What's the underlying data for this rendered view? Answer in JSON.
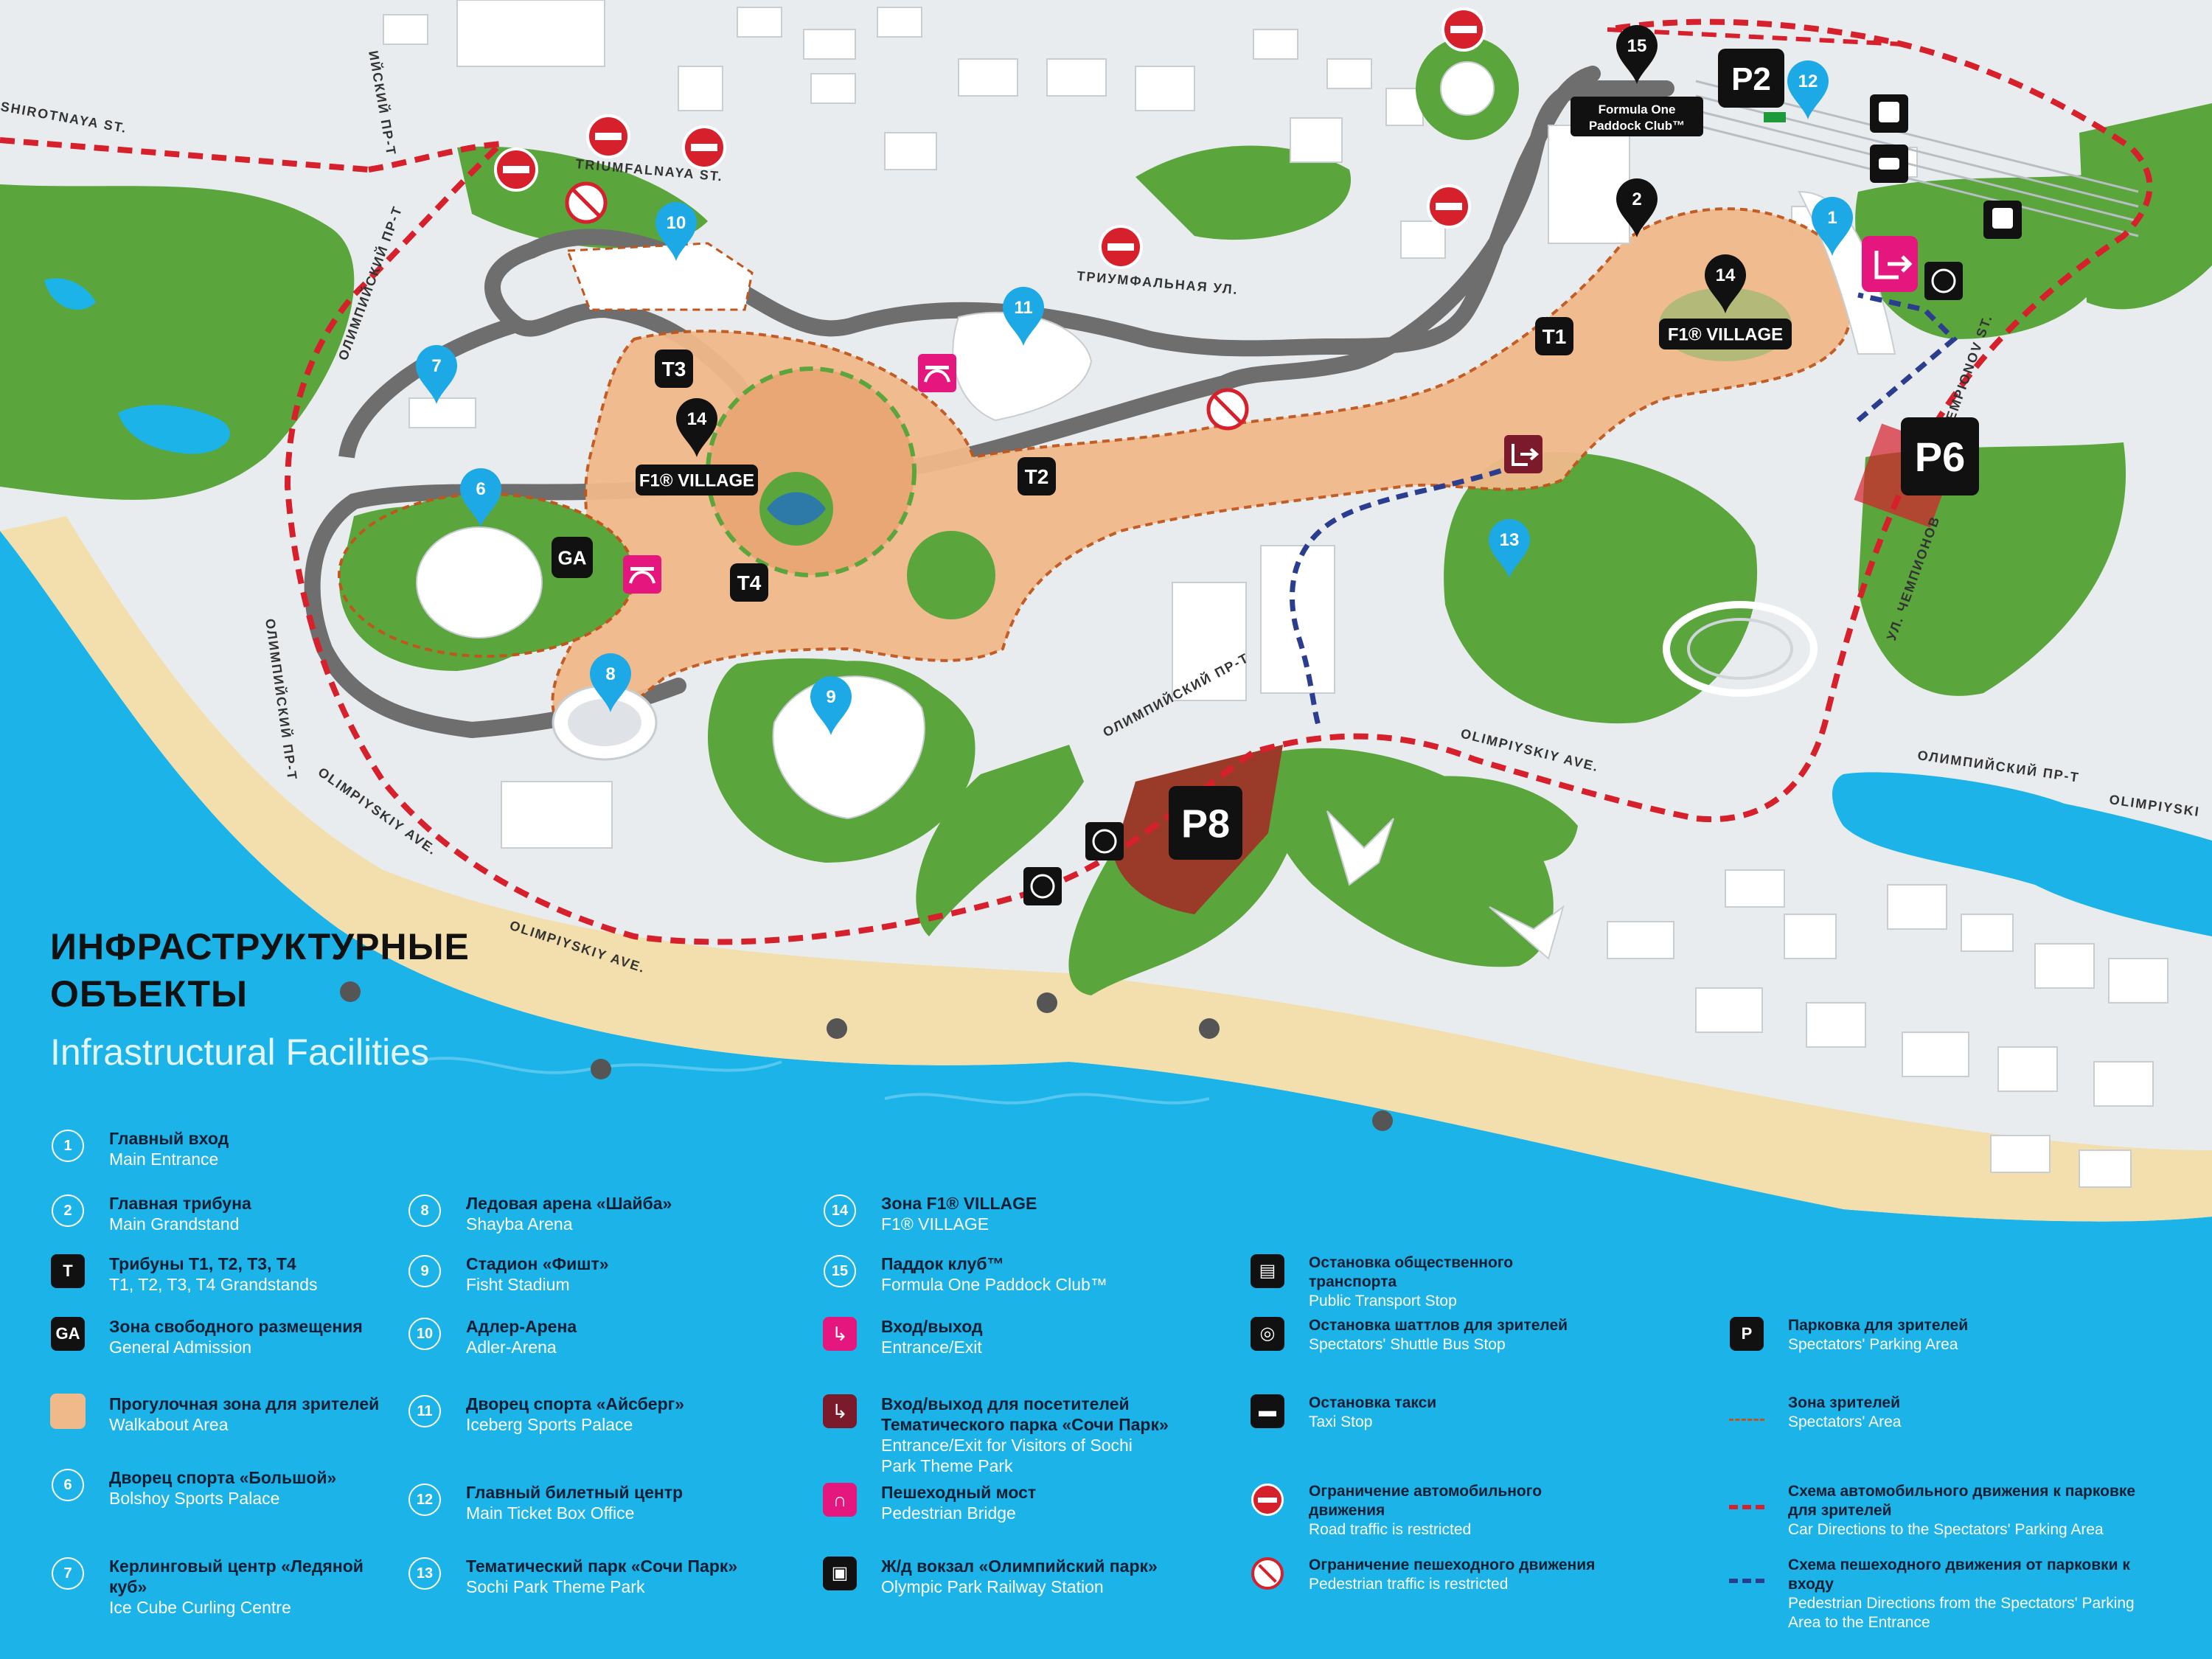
{
  "colors": {
    "sea": "#1bb3e8",
    "beach": "#f3dfae",
    "land": "#e9ecef",
    "green": "#5aa63c",
    "walkabout": "#f0b98a",
    "track": "#6e6e6e",
    "red_route": "#d6202b",
    "blue_route": "#2b3d8f",
    "marker_blue": "#1da9e6",
    "pink": "#e5177e",
    "maroon": "#7b1a2b",
    "black": "#111111"
  },
  "title": {
    "ru_line1": "ИНФРАСТРУКТУРНЫЕ",
    "ru_line2": "ОБЪЕКТЫ",
    "en": "Infrastructural Facilities"
  },
  "streets": {
    "s1": "SHIROTNAYA ST.",
    "s2": "TRIUMFALNAYA ST.",
    "s3": "ТРИУМФАЛЬНАЯ УЛ.",
    "s4": "ОЛИМПИЙСКИЙ ПР-Т",
    "s5": "ОЛИМПИЙСКИЙ ПР-Т",
    "s6": "OLIMPIYSKIY AVE.",
    "s7": "OLIMPIYSKIY AVE.",
    "s8": "ОЛИМПИЙСКИЙ ПР-Т",
    "s9": "OLIMPIYSKIY AVE.",
    "s10": "ОЛИМПИЙСКИЙ ПР-Т",
    "s11": "OLIMPIYSKI",
    "s12": "УЛ. ЧЕМПИОНОВ",
    "s13": "CHEMPIONOV ST.",
    "s14": "ИЙСКИЙ ПР-Т"
  },
  "map_labels": {
    "t1": "T1",
    "t2": "T2",
    "t3": "T3",
    "t4": "T4",
    "ga": "GA",
    "p2": "P2",
    "p6": "P6",
    "p8": "P8",
    "f1_village_1": "F1® VILLAGE",
    "f1_village_2": "F1® VILLAGE",
    "paddock_line1": "Formula One",
    "paddock_line2": "Paddock Club™",
    "m1": "1",
    "m2": "2",
    "m6": "6",
    "m7": "7",
    "m8": "8",
    "m9": "9",
    "m10": "10",
    "m11": "11",
    "m12": "12",
    "m13": "13",
    "m14a": "14",
    "m14b": "14",
    "m15": "15"
  },
  "legend": [
    {
      "icon": "1",
      "ru": "Главный вход",
      "en": "Main Entrance"
    },
    {
      "icon": "2",
      "ru": "Главная трибуна",
      "en": "Main Grandstand"
    },
    {
      "icon": "T",
      "ru": "Трибуны T1, T2, T3, T4",
      "en": "T1, T2, T3, T4 Grandstands"
    },
    {
      "icon": "GA",
      "ru": "Зона свободного размещения",
      "en": "General Admission"
    },
    {
      "icon": "walkabout",
      "ru": "Прогулочная зона для зрителей",
      "en": "Walkabout Area"
    },
    {
      "icon": "6",
      "ru": "Дворец спорта «Большой»",
      "en": "Bolshoy Sports Palace"
    },
    {
      "icon": "7",
      "ru": "Керлинговый центр «Ледяной куб»",
      "en": "Ice Cube Curling Centre"
    },
    {
      "icon": "8",
      "ru": "Ледовая арена «Шайба»",
      "en": "Shayba Arena"
    },
    {
      "icon": "9",
      "ru": "Стадион «Фишт»",
      "en": "Fisht Stadium"
    },
    {
      "icon": "10",
      "ru": "Адлер-Арена",
      "en": "Adler-Arena"
    },
    {
      "icon": "11",
      "ru": "Дворец спорта «Айсберг»",
      "en": "Iceberg Sports Palace"
    },
    {
      "icon": "12",
      "ru": "Главный билетный центр",
      "en": "Main Ticket Box Office"
    },
    {
      "icon": "13",
      "ru": "Тематический парк «Сочи Парк»",
      "en": "Sochi Park Theme Park"
    },
    {
      "icon": "14",
      "ru": "Зона F1® VILLAGE",
      "en": "F1® VILLAGE"
    },
    {
      "icon": "15",
      "ru": "Паддок клуб™",
      "en": "Formula One Paddock Club™"
    },
    {
      "icon": "entrance-exit",
      "ru": "Вход/выход",
      "en": "Entrance/Exit"
    },
    {
      "icon": "sochi-park-exit",
      "ru": "Вход/выход для посетителей Тематического парка «Сочи Парк»",
      "en": "Entrance/Exit for Visitors of Sochi Park Theme Park"
    },
    {
      "icon": "pedestrian-bridge",
      "ru": "Пешеходный мост",
      "en": "Pedestrian Bridge"
    },
    {
      "icon": "railway",
      "ru": "Ж/д вокзал «Олимпийский парк»",
      "en": "Olympic Park Railway Station"
    },
    {
      "icon": "bus",
      "ru": "Остановка общественного транспорта",
      "en": "Public Transport Stop"
    },
    {
      "icon": "shuttle",
      "ru": "Остановка шаттлов для зрителей",
      "en": "Spectators' Shuttle Bus Stop"
    },
    {
      "icon": "taxi",
      "ru": "Остановка такси",
      "en": "Taxi Stop"
    },
    {
      "icon": "no-entry",
      "ru": "Ограничение автомобильного движения",
      "en": "Road traffic is restricted"
    },
    {
      "icon": "no-pedestrian",
      "ru": "Ограничение пешеходного движения",
      "en": "Pedestrian traffic is restricted"
    },
    {
      "icon": "P",
      "ru": "Парковка для зрителей",
      "en": "Spectators' Parking Area"
    },
    {
      "icon": "spectator-zone",
      "ru": "Зона зрителей",
      "en": "Spectators' Area"
    },
    {
      "icon": "car-route",
      "ru": "Схема автомобильного движения к парковке для зрителей",
      "en": "Car Directions to the Spectators' Parking Area"
    },
    {
      "icon": "walk-route",
      "ru": "Схема пешеходного движения от парковки к входу",
      "en": "Pedestrian Directions from the Spectators' Parking Area to the Entrance"
    }
  ]
}
